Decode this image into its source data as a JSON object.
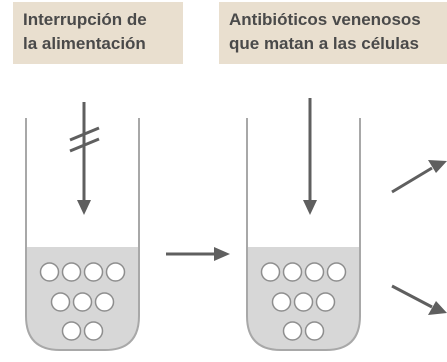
{
  "labels": {
    "step1": {
      "line1": "Interrupción de",
      "line2": "la alimentación"
    },
    "step2": {
      "line1": "Antibióticos venenosos",
      "line2": "que matan a las células"
    }
  },
  "colors": {
    "label_bg": "#e9dfcf",
    "label_text": "#4a4a4a",
    "tube_outline": "#a8a8a8",
    "tube_fill": "#d7d7d7",
    "cell_fill": "#ffffff",
    "cell_stroke": "#8e8e8e",
    "arrow": "#5f5f5f"
  },
  "tubes": [
    {
      "cell_rows": [
        4,
        3,
        2
      ],
      "input_arrow": "interrupted"
    },
    {
      "cell_rows": [
        4,
        3,
        2
      ],
      "input_arrow": "plain"
    }
  ]
}
